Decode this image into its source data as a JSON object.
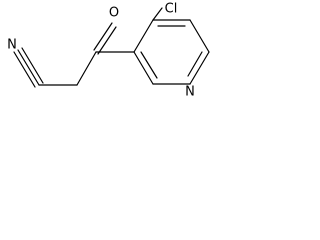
{
  "molecule": {
    "atoms": {
      "chlorine": "Cl",
      "oxygen": "O",
      "nitrile_nitrogen": "N",
      "pyridine_nitrogen": "N"
    }
  }
}
